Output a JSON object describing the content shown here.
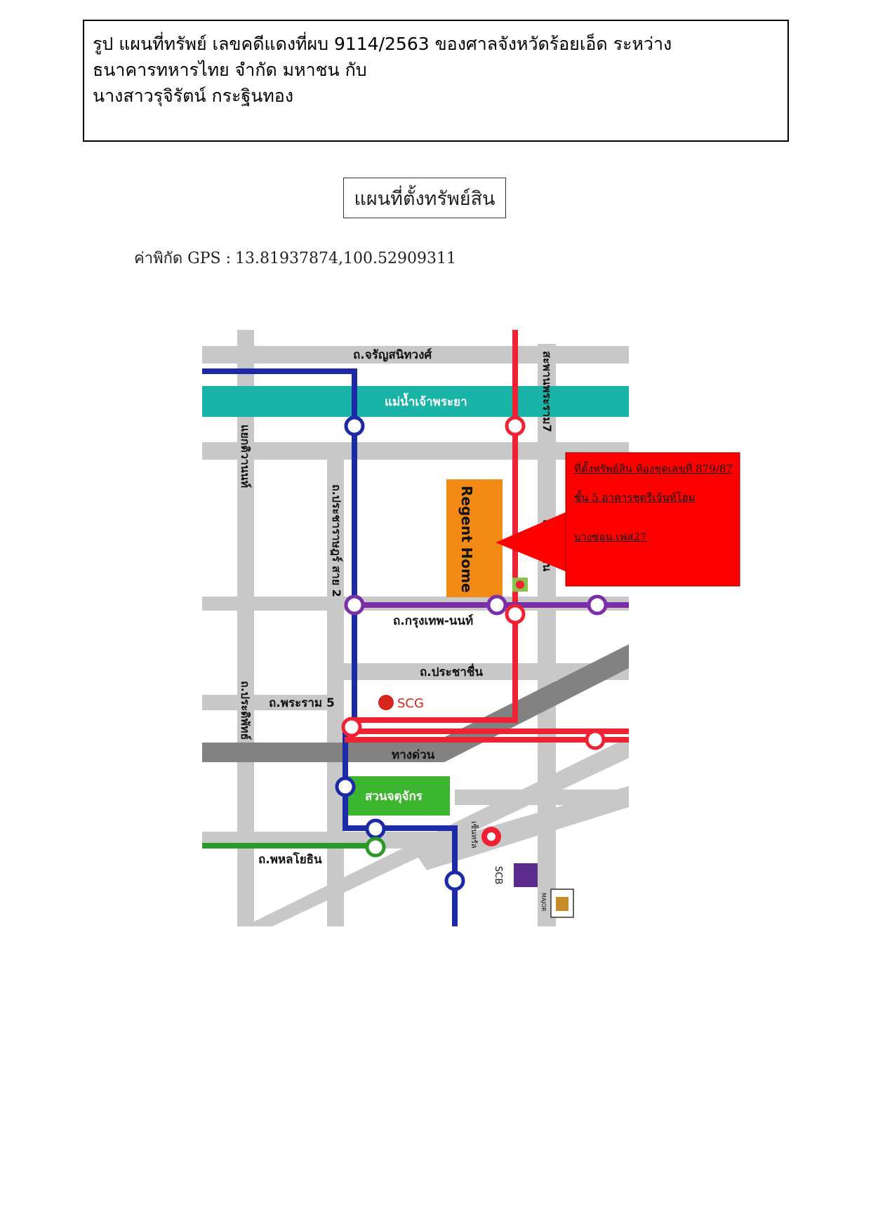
{
  "header": {
    "line1": "รูป แผนที่ทรัพย์ เลขคดีแดงที่ผบ 9114/2563 ของศาลจังหวัดร้อยเอ็ด ระหว่าง",
    "line2": "ธนาคารทหารไทย  จำกัด มหาชน  กับ",
    "line3": "นางสาวรุจิรัตน์ กระฐินทอง"
  },
  "title": "แผนที่ตั้งทรัพย์สิน",
  "gps": {
    "label": "ค่าพิกัด GPS :",
    "value": "13.81937874,100.52909311"
  },
  "map": {
    "roads": {
      "charan": "ถ.จรัญสนิทวงศ์",
      "river": "แม่น้ำเจ้าพระยา",
      "rama7": "สะพานพระราม7",
      "pracharat": "ถ.ประชาราษฎร์ สาย 2",
      "sakae": "แยกติวานนท์",
      "kbn": "ถ.กรุงเทพ-นนท์",
      "prachachuen": "ถ.ประชาชื่น",
      "rama5": "ถ.พระราม 5",
      "pradipat": "ถ.ประดิพัทธ์",
      "expressway": "ทางด่วน",
      "chatuchak": "สวนจตุจักร",
      "phahon": "ถ.พหลโยธิน",
      "right_road": "ถ.บางซ่อน"
    },
    "building": "Regent Home",
    "logos": {
      "scg": "SCG",
      "scb": "SCB",
      "central": "เซ็นทรัล",
      "major": "MAJOR"
    },
    "callout": {
      "line1": "ที่ตั้งทรัพย์สิน ห้องชุดเลขที่ 879/87",
      "line2": "ชั้น 5  อาคารชุดรีเจ้นท์โฮม",
      "line3": "บางซ่อน เฟส27"
    },
    "colors": {
      "road": "#c8c8c8",
      "river": "#19b3a8",
      "blue": "#1d2aa8",
      "red": "#ee2233",
      "purple": "#7a2ea8",
      "green": "#2a9a2a",
      "park": "#3cb52e",
      "building": "#f28a15",
      "callout": "#ff0000"
    }
  }
}
